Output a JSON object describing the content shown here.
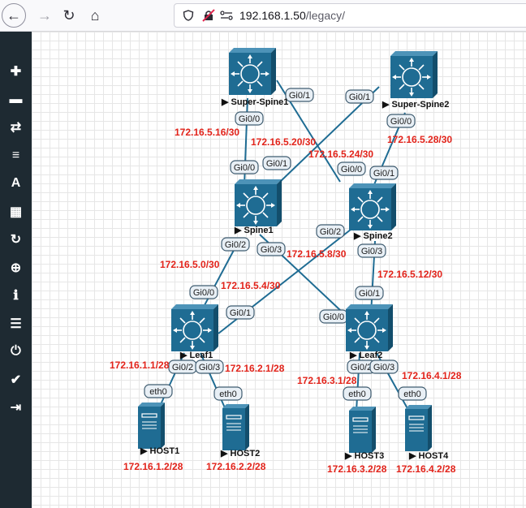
{
  "browser": {
    "url_host": "192.168.1.50",
    "url_path": "/legacy/",
    "icons": [
      "back-arrow-icon",
      "forward-arrow-icon",
      "reload-icon",
      "home-icon",
      "shield-icon",
      "insecure-lock-icon",
      "permissions-icon"
    ]
  },
  "sidebar": {
    "items": [
      {
        "name": "add-icon",
        "glyph": "✚"
      },
      {
        "name": "nodes-icon",
        "glyph": "▬"
      },
      {
        "name": "networks-icon",
        "glyph": "⇄"
      },
      {
        "name": "startup-config-icon",
        "glyph": "≡"
      },
      {
        "name": "text-icon",
        "glyph": "A"
      },
      {
        "name": "grid-icon",
        "glyph": "▦"
      },
      {
        "name": "refresh-icon",
        "glyph": "↻"
      },
      {
        "name": "zoom-icon",
        "glyph": "⊕"
      },
      {
        "name": "info-icon",
        "glyph": "ℹ"
      },
      {
        "name": "list-icon",
        "glyph": "☰"
      },
      {
        "name": "power-icon",
        "glyph": "⏻"
      },
      {
        "name": "check-icon",
        "glyph": "✔"
      },
      {
        "name": "logout-icon",
        "glyph": "⇥"
      }
    ]
  },
  "colors": {
    "switch_fill": "#1f6c93",
    "link": "#1f6c93",
    "subnet_text": "#e2231a",
    "sidebar_bg": "#1e2a32"
  },
  "devices": {
    "super_spine1": "Super-Spine1",
    "super_spine2": "Super-Spine2",
    "spine1": "Spine1",
    "spine2": "Spine2",
    "leaf1": "Leaf1",
    "leaf2": "Leaf2",
    "host1": "HOST1",
    "host2": "HOST2",
    "host3": "HOST3",
    "host4": "HOST4"
  },
  "interfaces": {
    "ss1_gi00": "Gi0/0",
    "ss1_gi01": "Gi0/1",
    "ss2_gi01": "Gi0/1",
    "ss2_gi00": "Gi0/0",
    "sp1_gi00": "Gi0/0",
    "sp1_gi01": "Gi0/1",
    "sp1_gi02": "Gi0/2",
    "sp1_gi03": "Gi0/3",
    "sp2_gi00": "Gi0/0",
    "sp2_gi01": "Gi0/1",
    "sp2_gi02": "Gi0/2",
    "sp2_gi03": "Gi0/3",
    "lf1_gi00": "Gi0/0",
    "lf1_gi01": "Gi0/1",
    "lf1_gi02": "Gi0/2",
    "lf1_gi03": "Gi0/3",
    "lf2_gi00": "Gi0/0",
    "lf2_gi01": "Gi0/1",
    "lf2_gi02": "Gi0/2",
    "lf2_gi03": "Gi0/3",
    "h1_eth0": "eth0",
    "h2_eth0": "eth0",
    "h3_eth0": "eth0",
    "h4_eth0": "eth0"
  },
  "subnets": {
    "s16": "172.16.5.16/30",
    "s20": "172.16.5.20/30",
    "s24": "172.16.5.24/30",
    "s28": "172.16.5.28/30",
    "s0": "172.16.5.0/30",
    "s8": "172.16.5.8/30",
    "s12": "172.16.5.12/30",
    "s4": "172.16.5.4/30",
    "lan1_gw": "172.16.1.1/28",
    "lan2_gw": "172.16.2.1/28",
    "lan3_gw": "172.16.3.1/28",
    "lan4_gw": "172.16.4.1/28",
    "host1_ip": "172.16.1.2/28",
    "host2_ip": "172.16.2.2/28",
    "host3_ip": "172.16.3.2/28",
    "host4_ip": "172.16.4.2/28"
  }
}
